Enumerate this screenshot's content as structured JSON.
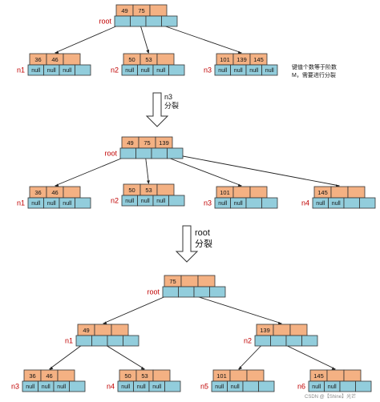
{
  "stages": [
    {
      "nodes": [
        {
          "id": "root",
          "label": "root",
          "keys": [
            "49",
            "75",
            ""
          ],
          "ptrs": [
            "",
            "",
            "",
            ""
          ]
        },
        {
          "id": "n1",
          "label": "n1",
          "keys": [
            "36",
            "46",
            ""
          ],
          "ptrs": [
            "null",
            "null",
            "null",
            ""
          ]
        },
        {
          "id": "n2",
          "label": "n2",
          "keys": [
            "50",
            "53",
            ""
          ],
          "ptrs": [
            "null",
            "null",
            "null",
            ""
          ]
        },
        {
          "id": "n3",
          "label": "n3",
          "keys": [
            "101",
            "139",
            "145"
          ],
          "ptrs": [
            "null",
            "null",
            "null",
            "null"
          ]
        }
      ],
      "edges": [
        [
          "root",
          0,
          "n1"
        ],
        [
          "root",
          1,
          "n2"
        ],
        [
          "root",
          2,
          "n3"
        ]
      ]
    },
    {
      "nodes": [
        {
          "id": "root",
          "label": "root",
          "keys": [
            "49",
            "75",
            "139"
          ],
          "ptrs": [
            "",
            "",
            "",
            ""
          ]
        },
        {
          "id": "n1",
          "label": "n1",
          "keys": [
            "36",
            "46",
            ""
          ],
          "ptrs": [
            "null",
            "null",
            "null",
            ""
          ]
        },
        {
          "id": "n2",
          "label": "n2",
          "keys": [
            "50",
            "53",
            ""
          ],
          "ptrs": [
            "null",
            "null",
            "null",
            ""
          ]
        },
        {
          "id": "n3",
          "label": "n3",
          "keys": [
            "101",
            "",
            ""
          ],
          "ptrs": [
            "null",
            "null",
            "",
            ""
          ]
        },
        {
          "id": "n4",
          "label": "n4",
          "keys": [
            "145",
            "",
            ""
          ],
          "ptrs": [
            "null",
            "null",
            "",
            ""
          ]
        }
      ],
      "edges": [
        [
          "root",
          0,
          "n1"
        ],
        [
          "root",
          1,
          "n2"
        ],
        [
          "root",
          2,
          "n3"
        ],
        [
          "root",
          3,
          "n4"
        ]
      ]
    },
    {
      "nodes": [
        {
          "id": "root",
          "label": "root",
          "keys": [
            "75",
            "",
            ""
          ],
          "ptrs": [
            "",
            "",
            "",
            ""
          ]
        },
        {
          "id": "n1",
          "label": "n1",
          "keys": [
            "49",
            "",
            ""
          ],
          "ptrs": [
            "",
            "",
            "",
            ""
          ]
        },
        {
          "id": "n2",
          "label": "n2",
          "keys": [
            "139",
            "",
            ""
          ],
          "ptrs": [
            "",
            "",
            "",
            ""
          ]
        },
        {
          "id": "n3",
          "label": "n3",
          "keys": [
            "36",
            "46",
            ""
          ],
          "ptrs": [
            "null",
            "null",
            "null",
            ""
          ]
        },
        {
          "id": "n4",
          "label": "n4",
          "keys": [
            "50",
            "53",
            ""
          ],
          "ptrs": [
            "null",
            "null",
            "null",
            ""
          ]
        },
        {
          "id": "n5",
          "label": "n5",
          "keys": [
            "101",
            "",
            ""
          ],
          "ptrs": [
            "null",
            "null",
            "",
            ""
          ]
        },
        {
          "id": "n6",
          "label": "n6",
          "keys": [
            "145",
            "",
            ""
          ],
          "ptrs": [
            "null",
            "null",
            "",
            ""
          ]
        }
      ],
      "edges": [
        [
          "root",
          0,
          "n1"
        ],
        [
          "root",
          1,
          "n2"
        ],
        [
          "n1",
          0,
          "n3"
        ],
        [
          "n1",
          1,
          "n4"
        ],
        [
          "n2",
          0,
          "n5"
        ],
        [
          "n2",
          1,
          "n6"
        ]
      ]
    }
  ],
  "note_line1": "键值个数等于阶数",
  "note_line2": "M，需要进行分裂",
  "step1_line1": "n3",
  "step1_line2": "分裂",
  "step2_line1": "root",
  "step2_line2": "分裂",
  "watermark": "CSDN @【Shine】光芒",
  "colors": {
    "key_fill": "#f4b183",
    "ptr_fill": "#92cddc",
    "label_red": "#c00000"
  }
}
